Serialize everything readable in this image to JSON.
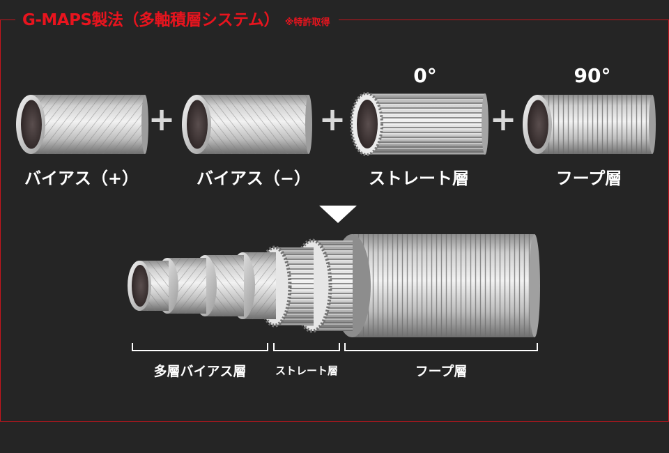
{
  "title": {
    "main": "G-MAPS製法（多軸積層システム）",
    "note": "※特許取得"
  },
  "top_labels": {
    "bias_plus": "バイアス（+）",
    "bias_minus": "バイアス（−）",
    "straight": "ストレート層",
    "hoop": "フープ層"
  },
  "angles": {
    "straight": "0°",
    "hoop": "90°"
  },
  "operators": {
    "plus": "+"
  },
  "bottom_labels": {
    "bias": "多層バイアス層",
    "straight": "ストレート層",
    "hoop": "フープ層"
  },
  "colors": {
    "accent": "#e8141e",
    "background": "#252525",
    "tube": "#c4c4c4",
    "tube_inner": "#4a4040"
  }
}
